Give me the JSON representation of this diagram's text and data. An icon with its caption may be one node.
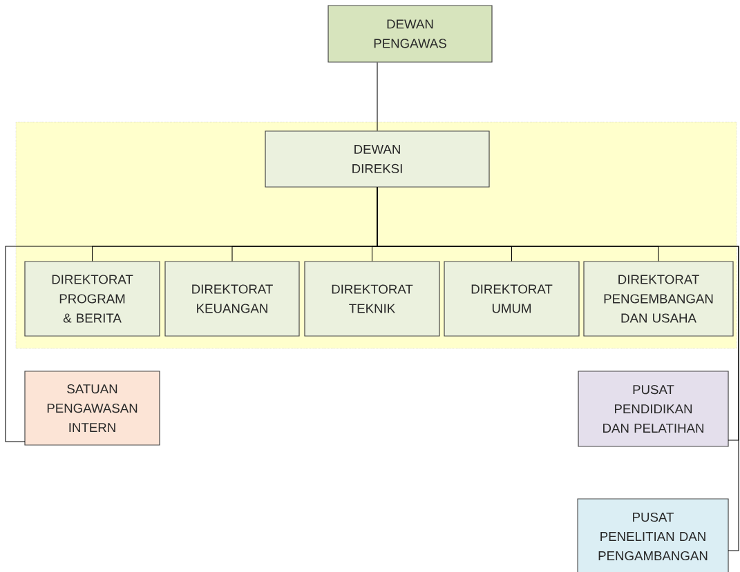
{
  "diagram": {
    "nodes": [
      {
        "text": [
          "DEWAN PENGAWAS"
        ]
      },
      {
        "text": [
          "DEWAN DIREKSI"
        ]
      },
      {
        "text": [
          "DIREKTORAT PROGRAM & BERITA"
        ]
      },
      {
        "text": [
          "DIREKTORAT KEUANGAN"
        ]
      },
      {
        "text": [
          "DIREKTORAT TEKNIK"
        ]
      },
      {
        "text": [
          "DIREKTORAT UMUM"
        ]
      },
      {
        "text": [
          "DIREKTORAT PENGEMBANGAN DAN USAHA"
        ]
      },
      {
        "text": [
          "SATUAN PENGAWASAN INTERN"
        ]
      },
      {
        "text": [
          "PUSAT PENDIDIKAN DAN PELATIHAN"
        ]
      },
      {
        "text": [
          "PUSAT PENELITIAN DAN PENGAMBANGAN"
        ]
      }
    ],
    "edges": [
      {
        "from": 0,
        "to": 1,
        "arrow": "none"
      },
      {
        "from": 1,
        "to": 2,
        "arrow": "none"
      },
      {
        "from": 1,
        "to": 3,
        "arrow": "none"
      },
      {
        "from": 1,
        "to": 4,
        "arrow": "none"
      },
      {
        "from": 1,
        "to": 5,
        "arrow": "none"
      },
      {
        "from": 1,
        "to": 6,
        "arrow": "none"
      },
      {
        "from": 1,
        "to": 7,
        "arrow": "none"
      },
      {
        "from": 1,
        "to": 8,
        "arrow": "none"
      },
      {
        "from": 1,
        "to": 9,
        "arrow": "none"
      }
    ]
  }
}
